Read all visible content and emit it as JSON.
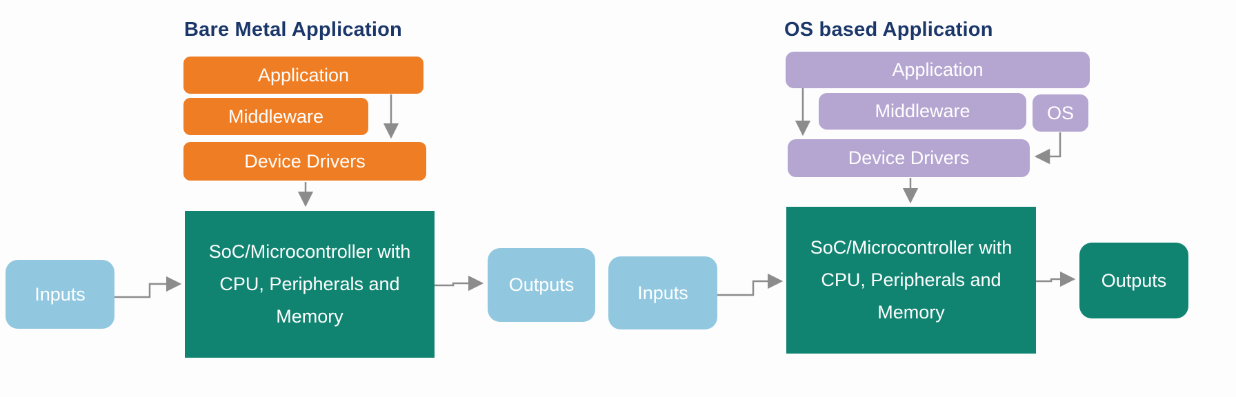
{
  "colors": {
    "background": "#fdfdfe",
    "title-text": "#1b3769",
    "orange": "#ef7d23",
    "purple": "#b5a5d1",
    "teal": "#118471",
    "light-blue": "#91c8e0",
    "arrow": "#8c8c8c",
    "box-text": "#ffffff"
  },
  "bare_metal": {
    "title": "Bare Metal Application",
    "layers": {
      "application": "Application",
      "middleware": "Middleware",
      "device_drivers": "Device Drivers"
    },
    "soc": "SoC/Microcontroller with\nCPU, Peripherals and\nMemory",
    "inputs": "Inputs",
    "outputs": "Outputs"
  },
  "os_based": {
    "title": "OS based Application",
    "layers": {
      "application": "Application",
      "middleware": "Middleware",
      "os": "OS",
      "device_drivers": "Device Drivers"
    },
    "soc": "SoC/Microcontroller with\nCPU, Peripherals and\nMemory",
    "inputs": "Inputs",
    "outputs": "Outputs"
  }
}
